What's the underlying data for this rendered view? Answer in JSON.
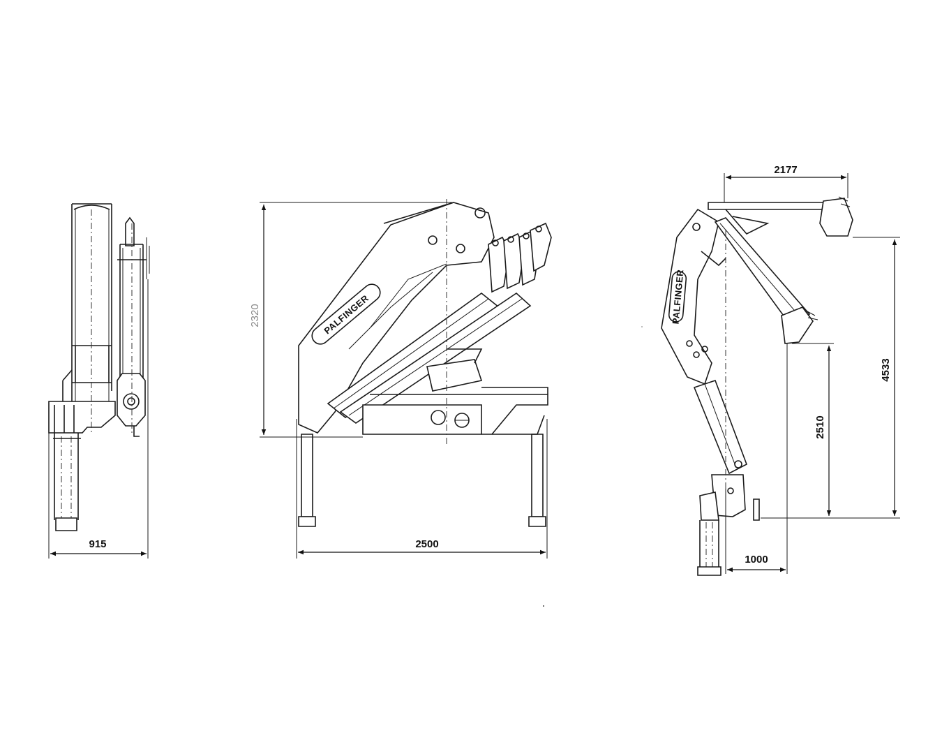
{
  "dimensions": {
    "side_width": "915",
    "front_height": "2320",
    "front_width": "2500",
    "reach_horizontal": "2177",
    "reach_height_total": "4533",
    "reach_height_tip": "2510",
    "base_offset": "1000"
  },
  "brand": {
    "front_logo": "PALFINGER",
    "right_logo": "PALFINGER"
  },
  "colors": {
    "line": "#1a1a1a",
    "dim_text": "#111111",
    "dim_text_muted": "#888888"
  }
}
